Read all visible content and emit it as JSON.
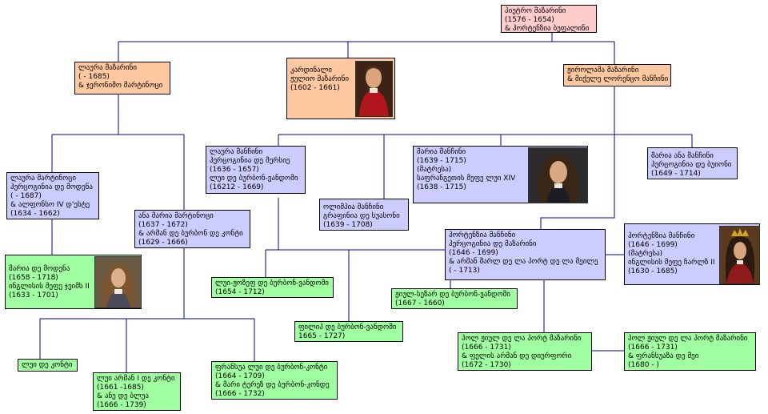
{
  "nodes": [
    {
      "id": "pietro",
      "lines": [
        "პიეტრო მაზარინი",
        "(1576 - 1654)",
        "& ჰორტენზია ბუფალინი"
      ]
    },
    {
      "id": "laura",
      "lines": [
        "ლაურა მაზარინი",
        "( - 1685)",
        "& ჯერონიმო მარტინოცი"
      ]
    },
    {
      "id": "cardinal",
      "lines": [
        "კარდინალი",
        "ჟულიო მაზარინი",
        "(1602 - 1661)"
      ]
    },
    {
      "id": "girolama",
      "lines": [
        "ჟიროლამა მაზარინი",
        "& მიქელე ლორენცო მანჩინი"
      ]
    },
    {
      "id": "laura_mart",
      "lines": [
        "ლაურა მარტინოცი",
        "ჰერცოგინია დე მოდენა",
        "( - 1687)",
        "& ალფონსო IV დ'ესტე",
        "(1634 - 1662)"
      ]
    },
    {
      "id": "anna_maria",
      "lines": [
        "ანა მარია მარტინოცი",
        "(1637 - 1672)",
        "& არმან დე ბურბონ დე კონტი",
        "(1629 - 1666)"
      ]
    },
    {
      "id": "laura_mancini",
      "lines": [
        "ლაურა მანჩინი",
        "ჰერცოგინია დე მერსიე",
        "(1636 - 1657)",
        "ლუი დე ბურბონ-ვანდომი",
        "(16212 - 1669)"
      ]
    },
    {
      "id": "olimpia",
      "lines": [
        "ოლიმპია მანჩინი",
        "გრაფინია დე სუასონი",
        "(1639 - 1708)"
      ]
    },
    {
      "id": "maria_mancini",
      "lines": [
        "მარია მანჩინი",
        "(1639 - 1715)",
        "(მატრესა)",
        "საფრანგეთის მეფე ლუი XIV",
        "(1638 - 1715)"
      ]
    },
    {
      "id": "maria_anna",
      "lines": [
        "მარია ანა მანჩინი",
        "ჰერცოგინია დე ბუიონი",
        "(1649 - 1714)"
      ]
    },
    {
      "id": "mary_modena",
      "lines": [
        "მარია დე მოდენა",
        "(1658 - 1718)",
        "ინგლისის მეფე ჯეიმს II",
        "(1633 - 1701)"
      ]
    },
    {
      "id": "hortensia",
      "lines": [
        "ჰორტენზია მანჩინი",
        "ჰერცოგინია დე მაზარინი",
        "(1646 - 1699)",
        "& არმან შარლ დე ლა პორტ დე ლა მეილე",
        "( - 1713)"
      ]
    },
    {
      "id": "hortensia2",
      "lines": [
        "ჰორტენზია მანჩინი",
        "(1646 - 1699)",
        "(მატრესა)",
        "ინგლისის მეფე ჩარლზ II",
        "(1630 - 1685)"
      ]
    },
    {
      "id": "louis_joseph",
      "lines": [
        "ლუი-ჟოზეფ დე ბურბონ-ვანდომი",
        "(1654 - 1712)"
      ]
    },
    {
      "id": "jules_cesar",
      "lines": [
        "ჟიულ-სეზარ დე ბურბონ-ვანდომი",
        "(1667 - 1660)"
      ]
    },
    {
      "id": "philippe",
      "lines": [
        "ფილიპ დე ბურბონ-ვანდომი",
        "1665 - 1727)"
      ]
    },
    {
      "id": "louis_conti",
      "lines": [
        "ლუი დე კონტი"
      ]
    },
    {
      "id": "louis_armand",
      "lines": [
        "ლუი არმან I დე კონტი",
        "(1661 -1685)",
        "& ანე დე ბლუა",
        "(1666 - 1739)"
      ]
    },
    {
      "id": "francois",
      "lines": [
        "ფრანსუა ლუი დე ბურბონ-კონტი",
        "(1664 - 1709)",
        "& მარი ტერეზ დე ბურბონ-კონდე",
        "(1666 - 1732)"
      ]
    },
    {
      "id": "paul_jules",
      "lines": [
        "პოლ ჟიულ დე ლა პორტ მაზარინი",
        "(1666 - 1731)",
        "& ფელის არმან დე დიურფორი",
        "(1672 - 1730)"
      ]
    },
    {
      "id": "paul_jules2",
      "lines": [
        "პოლ ჟიულ დე ლა პორტ მაზარინი",
        "(1666 - 1731)",
        "& ფრანსუაზა დე მეი",
        "(1680 - )"
      ]
    }
  ],
  "portraits": [
    {
      "id": "portrait_cardinal",
      "name": "cardinal-mazarin-portrait-icon"
    },
    {
      "id": "portrait_louis",
      "name": "louis-xiv-portrait-icon"
    },
    {
      "id": "portrait_james",
      "name": "james-ii-portrait-icon"
    },
    {
      "id": "portrait_charles",
      "name": "charles-ii-portrait-icon"
    }
  ],
  "colors": {
    "pink": "#ffcccc",
    "orange": "#ffc8a0",
    "violet": "#ccccff",
    "green": "#a0ffa0",
    "line": "#00008b"
  }
}
